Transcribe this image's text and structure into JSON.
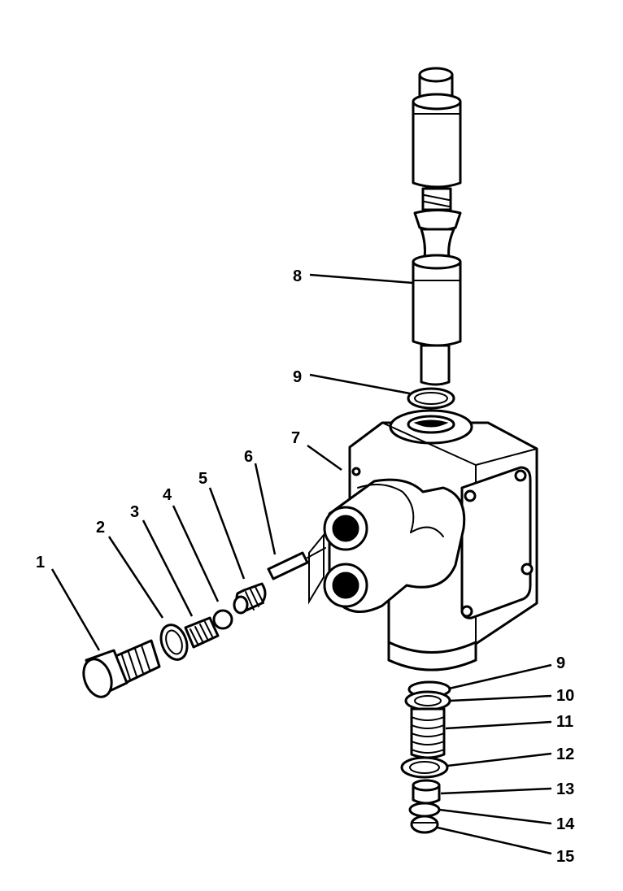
{
  "callouts": {
    "c1": "1",
    "c2": "2",
    "c3": "3",
    "c4": "4",
    "c5": "5",
    "c6": "6",
    "c7": "7",
    "c8": "8",
    "c9_top": "9",
    "c9_bottom": "9",
    "c10": "10",
    "c11": "11",
    "c12": "12",
    "c13": "13",
    "c14": "14",
    "c15": "15"
  }
}
